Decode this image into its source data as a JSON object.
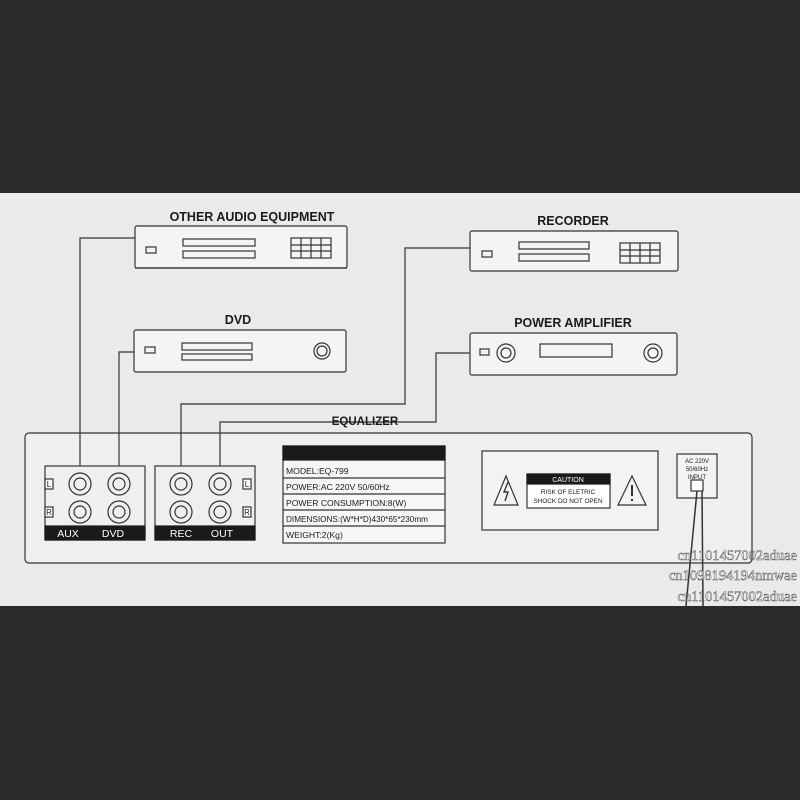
{
  "devices": {
    "other_audio": "OTHER AUDIO EQUIPMENT",
    "recorder": "RECORDER",
    "dvd": "DVD",
    "power_amplifier": "POWER AMPLIFIER",
    "equalizer": "EQUALIZER"
  },
  "jacks": {
    "left_marker": "L",
    "right_marker": "R",
    "aux": "AUX",
    "dvd": "DVD",
    "rec": "REC",
    "out": "OUT"
  },
  "specs": {
    "model": "MODEL:EQ-799",
    "power": "POWER:AC 220V 50/60Hz",
    "consumption": "POWER CONSUMPTION:8(W)",
    "dimensions": "DIMENSIONS:(W*H*D)430*65*230mm",
    "weight": "WEIGHT:2(Kg)"
  },
  "caution": {
    "title": "CAUTION",
    "line1": "RISK OF ELETRIC",
    "line2": "SHOCK DO NOT OPEN"
  },
  "power_input": {
    "line1": "AC 220V",
    "line2": "50/60Hz",
    "line3": "INPUT"
  },
  "watermarks": [
    "cn1101457002aduae",
    "cn1098194194nmwae",
    "cn1101457002aduae"
  ]
}
